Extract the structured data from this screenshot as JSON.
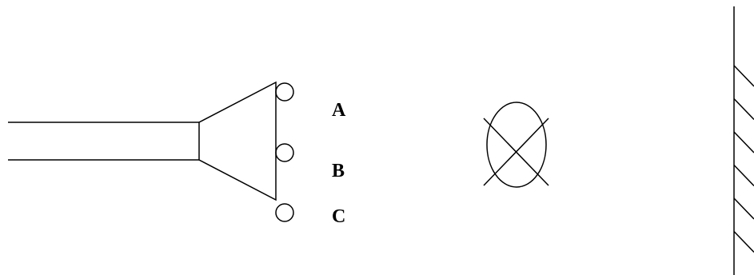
{
  "labels": {
    "a": "A",
    "b": "B",
    "c": "C"
  },
  "colors": {
    "stroke": "#000000",
    "background": "#ffffff"
  },
  "icons": {
    "lamp": "cross-circle-lamp-icon",
    "wall": "hatched-wall-icon"
  }
}
